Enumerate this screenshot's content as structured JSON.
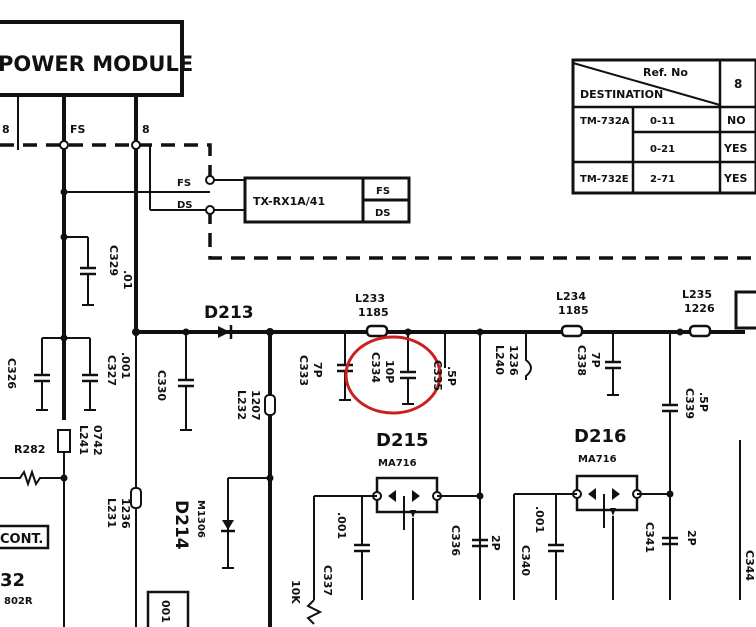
{
  "power_module": {
    "title": "POWER MODULE",
    "pins": {
      "left": "8",
      "fs": "FS",
      "gnd": "8"
    }
  },
  "tx_rx": {
    "name": "TX-RX1A/41",
    "pins": [
      "FS",
      "DS"
    ],
    "ports": [
      "FS",
      "DS"
    ]
  },
  "destination_table": {
    "ref_header": "Ref. No",
    "dest_header": "DESTINATION",
    "col_header": "8",
    "rows": [
      {
        "model": "TM-732A",
        "ref": "0-11",
        "val": "NO"
      },
      {
        "model": "",
        "ref": "0-21",
        "val": "YES"
      },
      {
        "model": "TM-732E",
        "ref": "2-71",
        "val": "YES"
      }
    ]
  },
  "components": {
    "d213": "D213",
    "l233_name": "L233",
    "l233_val": "1185",
    "l234_name": "L234",
    "l234_val": "1185",
    "l235_name": "L235",
    "l235_val": "1226",
    "c329": "C329",
    "c329_val": ".01",
    "c326": "C326",
    "c327": "C327",
    "c327_val": ".001",
    "c330": "C330",
    "l232": "L232",
    "l232_val": "1207",
    "c333": "C333",
    "c333_val": "7P",
    "c334": "C334",
    "c334_val": "10P",
    "c335": "C335",
    "c335_val": ".5P",
    "l240": "L240",
    "l240_val": "1236",
    "c338": "C338",
    "c338_val": "7P",
    "c339": "C339",
    "c339_val": ".5P",
    "r282": "R282",
    "l241": "L241",
    "l241_val": "0742",
    "l231": "L231",
    "l231_val": "1236",
    "d214": "D214",
    "d214_val": "M1306",
    "d215": "D215",
    "d215_sub": "MA716",
    "d216": "D216",
    "d216_sub": "MA716",
    "c337": "C337",
    "c337_val": ".001",
    "c336": "C336",
    "c336_val": "2P",
    "c340": "C340",
    "c340_val": ".001",
    "c341": "C341",
    "c341_val": "2P",
    "c344": "C344",
    "r_10k": "10K",
    "cont": "CONT.",
    "q_num": "32",
    "q_val": "802R",
    "bottom_001": "001"
  },
  "highlight_color": "#cc1f1f"
}
